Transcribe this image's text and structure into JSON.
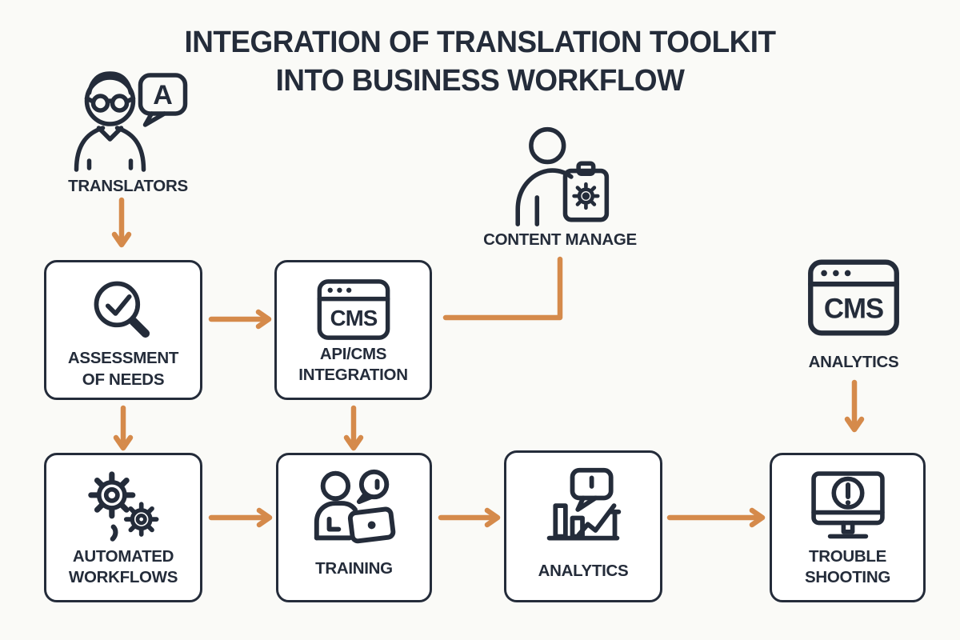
{
  "title": {
    "line1": "INTEGRATION OF TRANSLATION TOOLKIT",
    "line2": "INTO BUSINESS WORKFLOW"
  },
  "colors": {
    "ink": "#242C3A",
    "accent": "#D58A4B",
    "background": "#FAFAF7",
    "box_background": "#FFFFFF"
  },
  "actors": {
    "translators": {
      "label": "TRANSLATORS",
      "icon": "translator-icon",
      "bubble_letter": "A"
    },
    "content_manager": {
      "label": "CONTENT MANAGE",
      "icon": "person-clipboard-icon"
    },
    "cms_analytics": {
      "label": "ANALYTICS",
      "icon": "cms-browser-icon",
      "icon_text": "CMS"
    }
  },
  "boxes": [
    {
      "id": "assessment-of-needs",
      "icon": "magnifier-check-icon",
      "lines": [
        "ASSESSMENT",
        "OF NEEDS"
      ]
    },
    {
      "id": "api-cms-integration",
      "icon": "cms-browser-icon",
      "icon_text": "CMS",
      "lines": [
        "API/CMS",
        "INTEGRATION"
      ]
    },
    {
      "id": "automated-workflows",
      "icon": "gears-icon",
      "lines": [
        "AUTOMATED",
        "WORKFLOWS"
      ]
    },
    {
      "id": "training",
      "icon": "person-laptop-speech-icon",
      "lines": [
        "TRAINING"
      ]
    },
    {
      "id": "analytics",
      "icon": "bar-chart-speech-icon",
      "lines": [
        "ANALYTICS"
      ]
    },
    {
      "id": "troubleshooting",
      "icon": "monitor-alert-icon",
      "lines": [
        "TROUBLE",
        "SHOOTING"
      ]
    }
  ],
  "flows": [
    {
      "from": "translators",
      "to": "assessment-of-needs"
    },
    {
      "from": "assessment-of-needs",
      "to": "api-cms-integration"
    },
    {
      "from": "content-manager",
      "to": "api-cms-integration"
    },
    {
      "from": "assessment-of-needs",
      "to": "automated-workflows"
    },
    {
      "from": "api-cms-integration",
      "to": "training"
    },
    {
      "from": "cms-analytics",
      "to": "troubleshooting"
    },
    {
      "from": "automated-workflows",
      "to": "training"
    },
    {
      "from": "training",
      "to": "analytics"
    },
    {
      "from": "analytics",
      "to": "troubleshooting"
    }
  ]
}
